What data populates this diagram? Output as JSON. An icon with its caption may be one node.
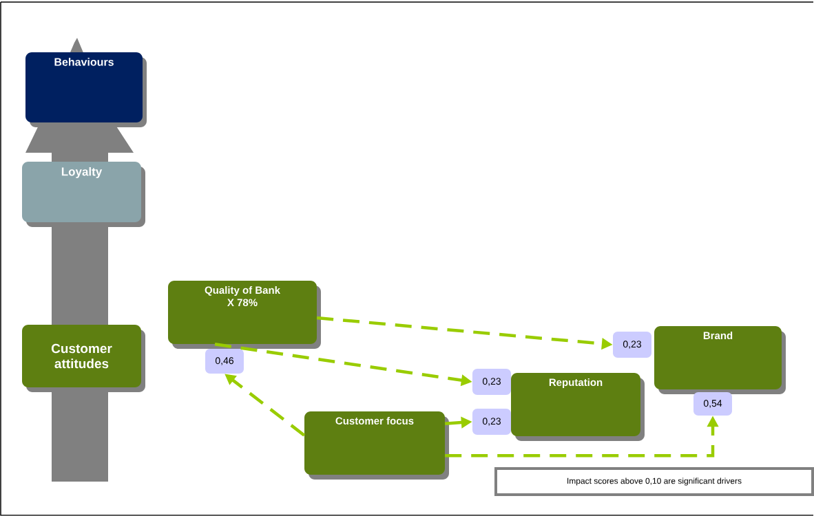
{
  "diagram": {
    "nodes": [
      {
        "text": [
          "Behaviours"
        ]
      },
      {
        "text": [
          "Loyalty"
        ]
      },
      {
        "text": [
          "Customer attitudes"
        ]
      },
      {
        "text": [
          "Quality of Bank X 78%"
        ]
      },
      {
        "text": [
          "Brand"
        ]
      },
      {
        "text": [
          "Reputation"
        ]
      },
      {
        "text": [
          "Customer focus"
        ]
      },
      {
        "text": [
          "0,46"
        ]
      },
      {
        "text": [
          "0,23"
        ]
      },
      {
        "text": [
          "0,23"
        ]
      },
      {
        "text": [
          "0,23"
        ]
      },
      {
        "text": [
          "0,54"
        ]
      },
      {
        "text": [
          "Impact scores above 0,10 are significant drivers"
        ]
      }
    ],
    "edges": [
      {
        "from": 3,
        "to": 8,
        "arrow": "to",
        "style": "dashed"
      },
      {
        "from": 3,
        "to": 9,
        "arrow": "to",
        "style": "dashed"
      },
      {
        "from": 6,
        "to": 7,
        "arrow": "to",
        "style": "dashed"
      },
      {
        "from": 6,
        "to": 10,
        "arrow": "to",
        "style": "dashed"
      },
      {
        "from": 6,
        "to": 11,
        "arrow": "to",
        "style": "dashed"
      }
    ]
  }
}
